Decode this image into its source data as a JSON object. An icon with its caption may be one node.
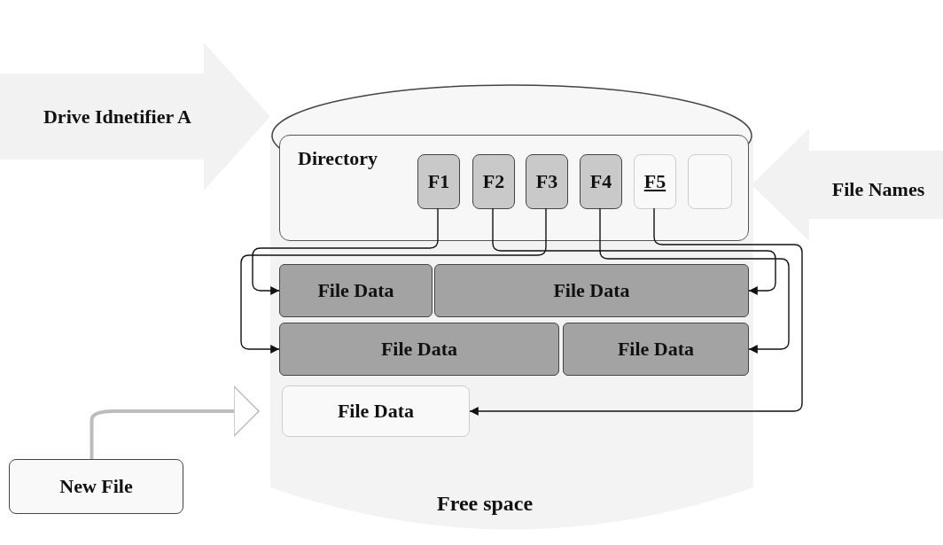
{
  "diagram": {
    "nodes": [
      {
        "text": [
          "Drive Idnetifier A"
        ]
      },
      {
        "text": [],
        "shape": "cylinder"
      },
      {
        "text": [
          "Directory"
        ],
        "in": 1
      },
      {
        "text": [
          "F1"
        ],
        "in": 2
      },
      {
        "text": [
          "F2"
        ],
        "in": 2
      },
      {
        "text": [
          "F3"
        ],
        "in": 2
      },
      {
        "text": [
          "F4"
        ],
        "in": 2
      },
      {
        "text": [
          "F5"
        ],
        "in": 2
      },
      {
        "text": [],
        "shape": "box",
        "in": 2
      },
      {
        "text": [
          "File Names"
        ]
      },
      {
        "text": [
          "File Data"
        ],
        "in": 1
      },
      {
        "text": [
          "File Data"
        ],
        "in": 1
      },
      {
        "text": [
          "File Data"
        ],
        "in": 1
      },
      {
        "text": [
          "File Data"
        ],
        "in": 1
      },
      {
        "text": [
          "File Data"
        ],
        "in": 1
      },
      {
        "text": [
          "New File"
        ]
      }
    ],
    "edges": [
      {
        "from": 3,
        "to": 10,
        "arrow": "to"
      },
      {
        "from": 4,
        "to": 11,
        "arrow": "to"
      },
      {
        "from": 5,
        "to": 12,
        "arrow": "to"
      },
      {
        "from": 6,
        "to": 13,
        "arrow": "to"
      },
      {
        "from": 7,
        "to": 14,
        "arrow": "to"
      },
      {
        "from": 15,
        "to": 14,
        "arrow": "to",
        "style": "thick",
        "color": "#bdbdbd"
      }
    ],
    "labels": [
      "Free space"
    ]
  }
}
